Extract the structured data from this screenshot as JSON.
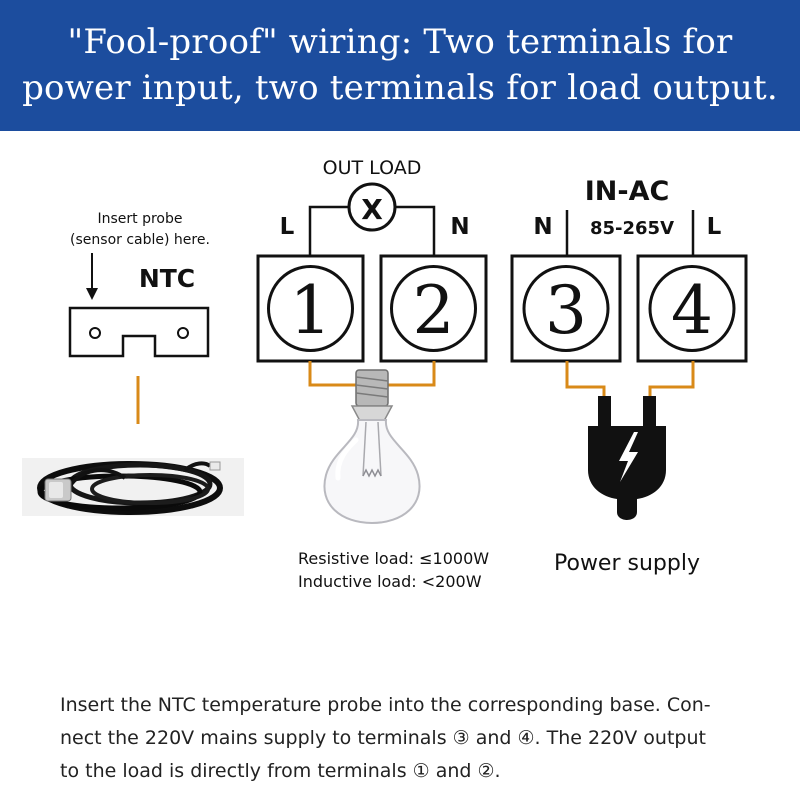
{
  "header": {
    "line1": "\"Fool-proof\" wiring: Two terminals for",
    "line2": "power input, two terminals for load output."
  },
  "probe": {
    "note_line1": "Insert probe",
    "note_line2": "(sensor cable) here.",
    "label": "NTC"
  },
  "load_output": {
    "label": "OUT LOAD",
    "lamp_symbol": "X",
    "left_wire": "L",
    "right_wire": "N"
  },
  "power_input": {
    "label": "IN-AC",
    "voltage": "85-265V",
    "left_wire": "N",
    "right_wire": "L"
  },
  "terminals": [
    "1",
    "2",
    "3",
    "4"
  ],
  "load_ratings": {
    "line1": "Resistive load: ≤1000W",
    "line2": "Inductive load: <200W"
  },
  "power_supply_label": "Power supply",
  "footer": {
    "line1": "Insert the NTC temperature probe into the corresponding base. Con-",
    "line2": "nect the 220V mains supply to terminals ③ and ④. The 220V output",
    "line3": "to the load is directly from terminals ① and ②."
  },
  "colors": {
    "banner": "#1c4d9e",
    "wire": "#d98a18",
    "line": "#111111"
  },
  "icons": [
    "down-arrow-icon",
    "probe-base-icon",
    "lamp-symbol-icon",
    "light-bulb-icon",
    "power-plug-icon",
    "lightning-icon"
  ]
}
